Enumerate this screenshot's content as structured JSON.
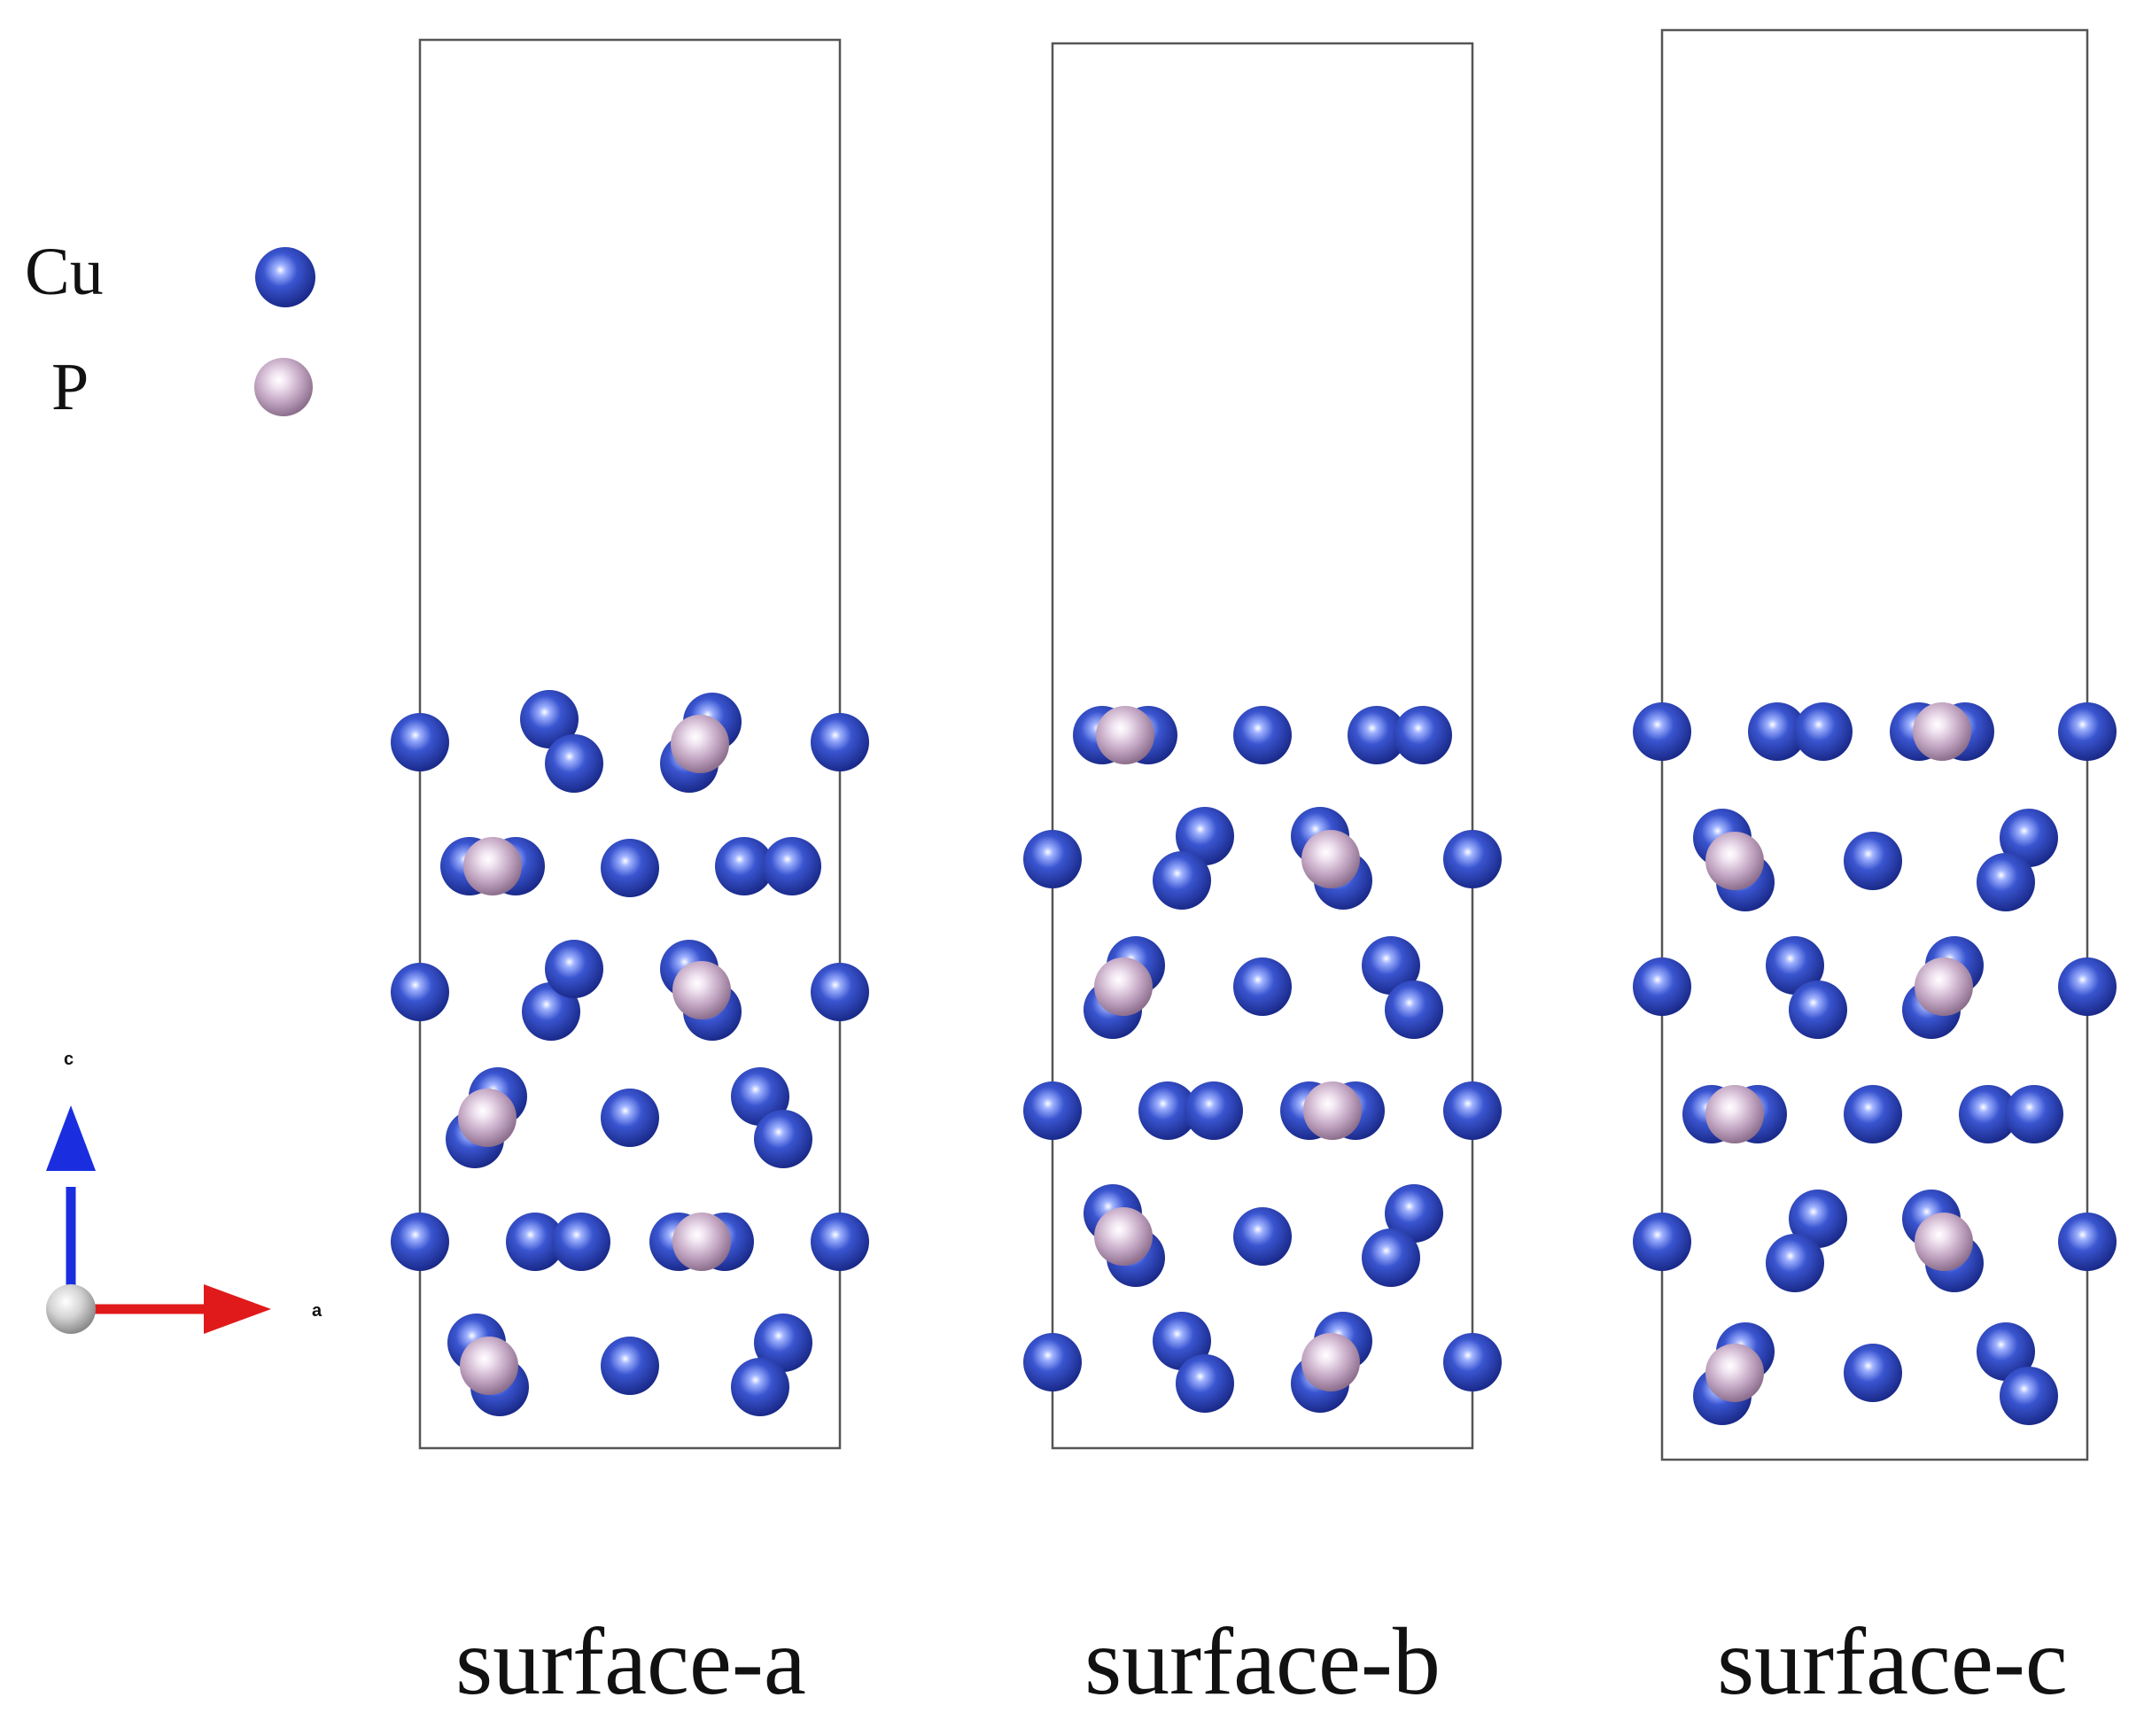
{
  "legend": {
    "items": [
      {
        "label": "Cu",
        "element": "Cu",
        "color": "#2f49b8"
      },
      {
        "label": "P",
        "element": "P",
        "color": "#c9b0c9"
      }
    ]
  },
  "axes": {
    "c_label": "c",
    "a_label": "a",
    "c_color": "#1a2ee0",
    "a_color": "#e01a1a",
    "origin_color": "#d8d8d8"
  },
  "panels": [
    {
      "id": "surface-a",
      "caption": "surface-a"
    },
    {
      "id": "surface-b",
      "caption": "surface-b"
    },
    {
      "id": "surface-c",
      "caption": "surface-c"
    }
  ],
  "atom_colors": {
    "Cu": "#2f49b8",
    "P": "#c9b0c9"
  }
}
